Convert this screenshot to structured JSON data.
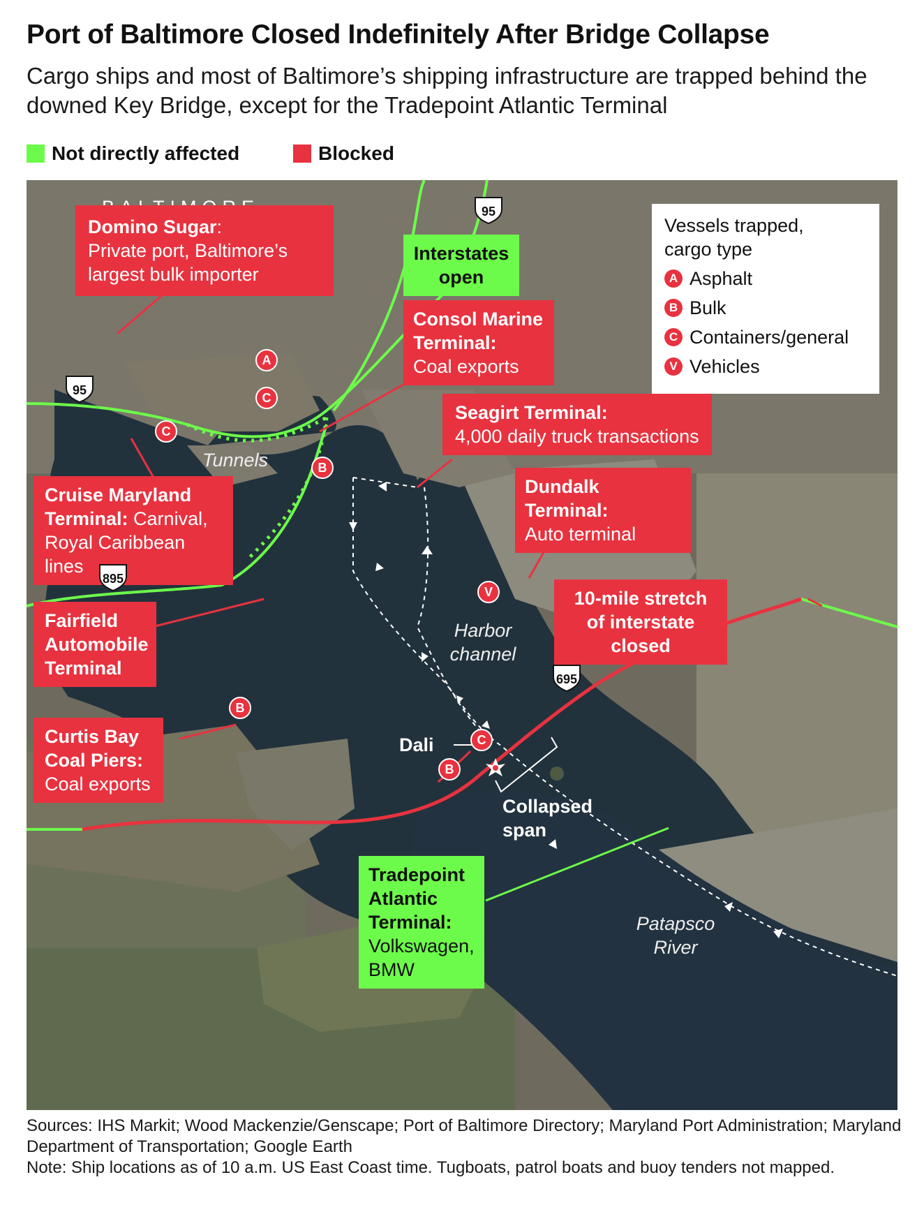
{
  "title": "Port of Baltimore Closed Indefinitely After Bridge Collapse",
  "subtitle": "Cargo ships and most of Baltimore’s shipping infrastructure are trapped behind the downed Key Bridge, except for the Tradepoint Atlantic Terminal",
  "legend": {
    "not_affected": "Not directly affected",
    "blocked": "Blocked",
    "colors": {
      "not_affected": "#6dfb4b",
      "blocked": "#e8323f"
    }
  },
  "map": {
    "city_label": "BALTIMORE",
    "key": {
      "heading": "Vessels trapped, cargo type",
      "items": [
        {
          "code": "A",
          "label": "Asphalt"
        },
        {
          "code": "B",
          "label": "Bulk"
        },
        {
          "code": "C",
          "label": "Containers/general"
        },
        {
          "code": "V",
          "label": "Vehicles"
        }
      ]
    },
    "callouts": {
      "domino": {
        "name": "Domino Sugar",
        "sep": ":",
        "text": "Private port, Baltimore’s largest bulk importer"
      },
      "interstates": {
        "text": "Interstates open"
      },
      "consol": {
        "name": "Consol Marine Terminal:",
        "text": "Coal exports"
      },
      "seagirt": {
        "name": "Seagirt Terminal:",
        "text": "4,000 daily truck transactions"
      },
      "dundalk": {
        "name": "Dundalk Terminal:",
        "text": "Auto terminal"
      },
      "cruise": {
        "name": "Cruise Maryland Terminal:",
        "text": "Carnival, Royal Caribbean lines"
      },
      "fairfield": {
        "name": "Fairfield Automobile Terminal"
      },
      "closed": {
        "text": "10-mile stretch of interstate closed"
      },
      "curtis": {
        "name": "Curtis Bay Coal Piers:",
        "text": "Coal exports"
      },
      "tradepoint": {
        "name": "Tradepoint Atlantic Terminal:",
        "text": "Volkswagen, BMW"
      }
    },
    "place_labels": {
      "tunnels": "Tunnels",
      "harbor": "Harbor channel",
      "patapsco": "Patapsco River",
      "dali": "Dali",
      "collapsed": "Collapsed span"
    },
    "highways": [
      "95",
      "95",
      "895",
      "695"
    ],
    "vessels": [
      "A",
      "C",
      "C",
      "B",
      "V",
      "B",
      "C",
      "B"
    ]
  },
  "footer": {
    "sources": "Sources: IHS Markit; Wood Mackenzie/Genscape; Port of Baltimore Directory; Maryland Port Administration; Maryland Department of Transportation; Google Earth",
    "note": "Note: Ship locations as of 10 a.m. US East Coast time. Tugboats, patrol boats and buoy tenders not mapped."
  }
}
